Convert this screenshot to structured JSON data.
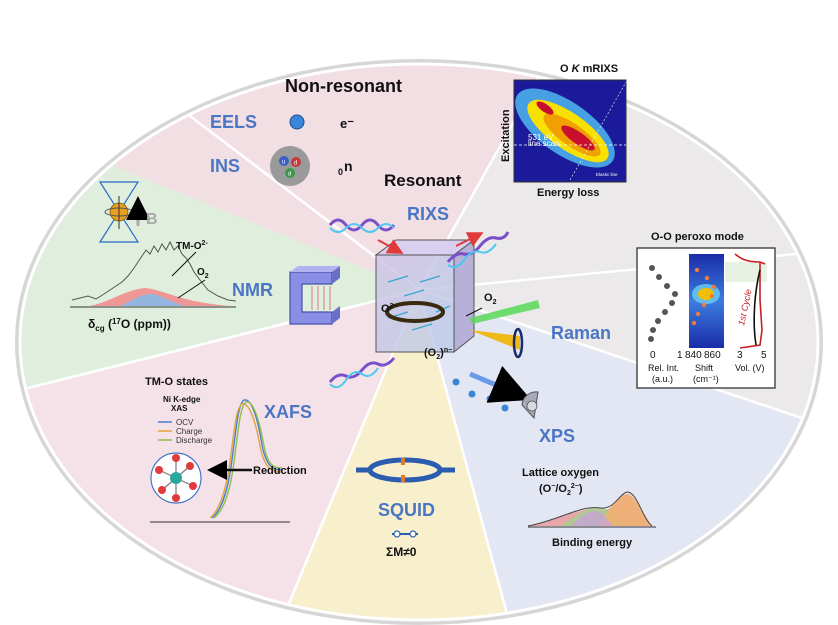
{
  "sections": {
    "non_resonant": "Non-resonant",
    "resonant": "Resonant"
  },
  "techniques": {
    "eels": "EELS",
    "ins": "INS",
    "rixs": "RIXS",
    "nmr": "NMR",
    "raman": "Raman",
    "xafs": "XAFS",
    "xps": "XPS",
    "squid": "SQUID"
  },
  "particles": {
    "electron": "e⁻",
    "neutron_prefix": "0",
    "neutron": "n",
    "quark_u": "u",
    "quark_d1": "d",
    "quark_d2": "d"
  },
  "rixs_panel": {
    "title": "O K mRIXS",
    "title_o": "O",
    "title_k": "K",
    "title_rest": "mRIXS",
    "ylabel": "Excitation",
    "xlabel": "Energy loss",
    "annot1": "531 eV",
    "annot2": "line scan",
    "elastic": "Elastic line"
  },
  "raman_panel": {
    "title": "O-O peroxo mode",
    "cycle": "1st Cycle",
    "ticks_left": [
      "0",
      "1"
    ],
    "ticks_mid": [
      "840",
      "860"
    ],
    "ticks_right": [
      "3",
      "5"
    ],
    "label_left1": "Rel. Int.",
    "label_left2": "(a.u.)",
    "label_mid1": "Shift",
    "label_mid2": "(cm⁻¹)",
    "label_right": "Vol. (V)"
  },
  "nmr_panel": {
    "b_label": "B",
    "tm_o": "TM-O",
    "tm_o_sup": "2-",
    "o2": "O",
    "o2_sub": "2",
    "axis_delta": "δ",
    "axis_sub": "cg",
    "axis_rest": " (",
    "axis_sup": "17",
    "axis_end": "O (ppm))"
  },
  "xafs_panel": {
    "title": "TM-O states",
    "sub1": "Ni K-edge",
    "sub2": "XAS",
    "legend": [
      "OCV",
      "Charge",
      "Discharge"
    ],
    "legend_colors": [
      "#4a7fd0",
      "#e6a23c",
      "#8dbf4a"
    ],
    "reduction": "Reduction"
  },
  "center": {
    "o2_minus": "O",
    "o2_minus_sup": "2−",
    "o2_gas": "O",
    "o2_gas_sub": "2",
    "peroxo_open": "(O",
    "peroxo_sub": "2",
    "peroxo_close": ")",
    "peroxo_sup": "n−"
  },
  "xps_panel": {
    "title": "Lattice oxygen",
    "species_open": "(O",
    "species_sup1": "−",
    "species_mid": "/O",
    "species_sub": "2",
    "species_sup2": "2−",
    "species_close": ")",
    "xlabel": "Binding energy"
  },
  "squid_panel": {
    "moment": "ΣM≠0"
  },
  "colors": {
    "tech_blue": "#4a76c4",
    "sector_top": "#f2dfe4",
    "sector_right": "#ebe9ea",
    "sector_nmr": "#dfeedd",
    "sector_xafs": "#f4e2e8",
    "sector_squid": "#f8efcc",
    "sector_xps": "#e3e6f3"
  }
}
